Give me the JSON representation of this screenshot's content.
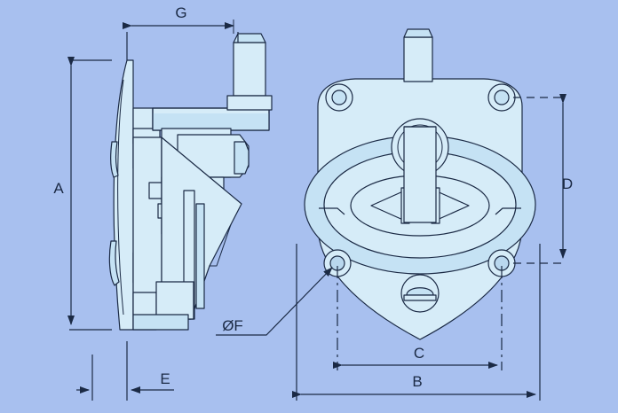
{
  "drawing": {
    "title": "Battery Switch Dimensional Drawing",
    "background_color": "#a8c0ef",
    "part_fill_color": "#d6ecf8",
    "part_fill_dark": "#c5e2f4",
    "line_color": "#1b2a45",
    "views": [
      {
        "name": "side-view",
        "position": "left",
        "description": "Side elevation showing mounting flange and switch body"
      },
      {
        "name": "front-view",
        "position": "right",
        "description": "Front elevation showing shield shaped plate, rotary knob and four mounting holes"
      }
    ]
  },
  "dimensions": {
    "a": {
      "label": "A",
      "orientation": "vertical",
      "view": "side-view",
      "measures": "overall flange height"
    },
    "b": {
      "label": "B",
      "orientation": "horizontal",
      "view": "front-view",
      "measures": "overall plate width"
    },
    "c": {
      "label": "C",
      "orientation": "horizontal",
      "view": "front-view",
      "measures": "mounting hole centre spacing"
    },
    "d": {
      "label": "D",
      "orientation": "vertical",
      "view": "front-view",
      "measures": "mounting hole centre spacing"
    },
    "e": {
      "label": "E",
      "orientation": "horizontal",
      "view": "side-view",
      "measures": "flange thickness / depth"
    },
    "f": {
      "label": "ØF",
      "orientation": "leader",
      "view": "front-view",
      "measures": "mounting hole diameter"
    },
    "g": {
      "label": "G",
      "orientation": "horizontal",
      "view": "side-view",
      "measures": "overall body depth"
    }
  },
  "features": {
    "mounting_holes_count": 4,
    "terminal_post": "top terminal stud",
    "knob": "rotary selector knob",
    "vent_screw": "bottom slotted screw"
  }
}
